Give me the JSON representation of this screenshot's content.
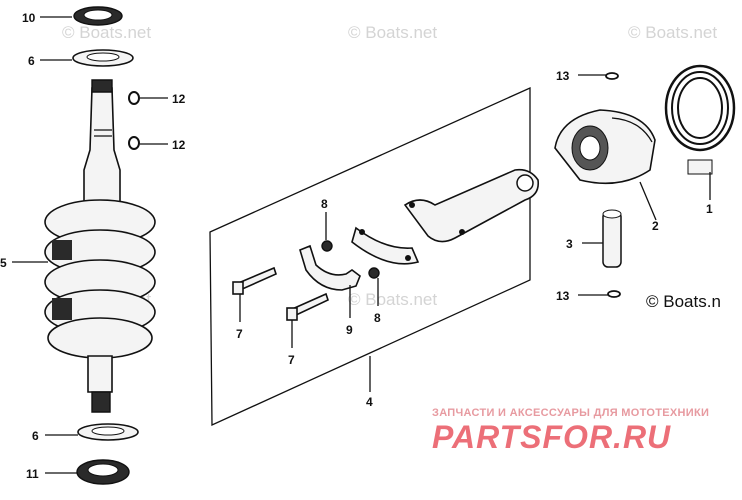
{
  "watermarks": {
    "text": "© Boats.net",
    "corner_copyright": "© Boats.n"
  },
  "promo": {
    "subtitle": "ЗАПЧАСТИ И АКСЕССУАРЫ ДЛЯ МОТОТЕХНИКИ",
    "brand": "PARTSFOR.RU"
  },
  "callouts": {
    "c10": "10",
    "c6_top": "6",
    "c12_a": "12",
    "c12_b": "12",
    "c5": "5",
    "c6_bottom": "6",
    "c11": "11",
    "c8_top": "8",
    "c8_bottom": "8",
    "c7_a": "7",
    "c7_b": "7",
    "c9": "9",
    "c4": "4",
    "c13_top": "13",
    "c13_bottom": "13",
    "c2": "2",
    "c1": "1",
    "c3": "3"
  }
}
